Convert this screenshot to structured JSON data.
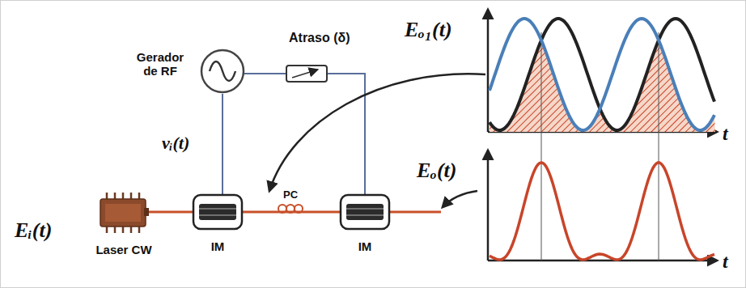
{
  "diagram": {
    "nodes": [
      {
        "text": [
          "Gerador de RF"
        ]
      },
      {
        "text": [
          "Laser CW"
        ]
      },
      {
        "text": [
          "IM"
        ]
      },
      {
        "text": [
          "Atraso (δ)"
        ]
      },
      {
        "text": [
          "IM"
        ]
      }
    ],
    "edges": [
      {
        "from": 0,
        "to": 2,
        "arrow": "none",
        "label": "vᵢ(t)"
      },
      {
        "from": 0,
        "to": 3,
        "arrow": "none"
      },
      {
        "from": 3,
        "to": 4,
        "arrow": "none"
      },
      {
        "from": 1,
        "to": 2,
        "arrow": "none"
      },
      {
        "from": 2,
        "to": 4,
        "arrow": "none"
      }
    ],
    "labels": [
      "Eᵢ(t)",
      "PC",
      "Eₒ₁(t)",
      "t",
      "Eₒ(t)",
      "t"
    ]
  }
}
